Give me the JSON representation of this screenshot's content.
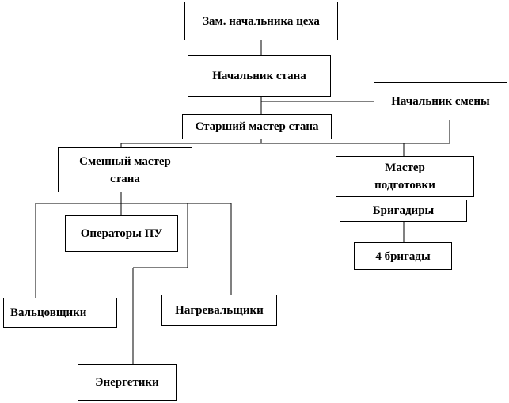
{
  "diagram": {
    "nodes": {
      "deputy_head": "Зам. начальника цеха",
      "mill_head": "Начальник стана",
      "shift_head": "Начальник смены",
      "senior_master": "Старший мастер стана",
      "shift_master": "Сменный мастер стана",
      "prep_master": "Мастер подготовки",
      "foremen": "Бригадиры",
      "operators": "Операторы ПУ",
      "four_brigades": "4 бригады",
      "rollers": "Вальцовщики",
      "heaters": "Нагревальщики",
      "energetics": "Энергетики"
    }
  }
}
